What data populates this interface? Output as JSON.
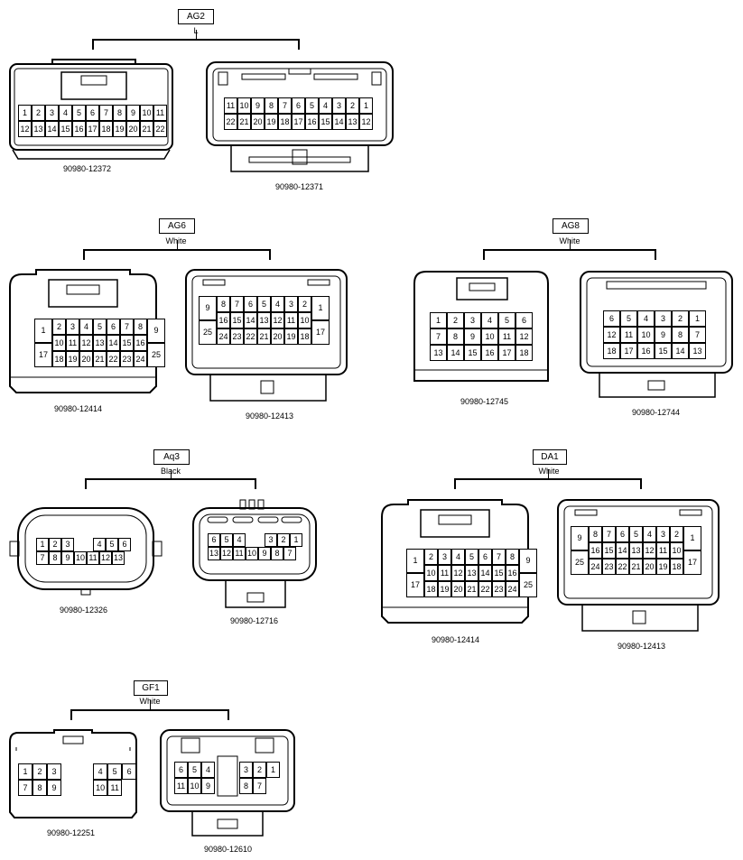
{
  "groups": [
    {
      "id": "AG2",
      "label": "AG2",
      "color": "L"
    },
    {
      "id": "AG6",
      "label": "AG6",
      "color": "White"
    },
    {
      "id": "AG8",
      "label": "AG8",
      "color": "White"
    },
    {
      "id": "Aq3",
      "label": "Aq3",
      "color": "Black"
    },
    {
      "id": "DA1",
      "label": "DA1",
      "color": "White"
    },
    {
      "id": "GF1",
      "label": "GF1",
      "color": "White"
    }
  ],
  "connectors": [
    {
      "id": "ag2-left",
      "group": "AG2",
      "part_number": "90980-12372",
      "rows": [
        [
          "1",
          "2",
          "3",
          "4",
          "5",
          "6",
          "7",
          "8",
          "9",
          "10",
          "11"
        ],
        [
          "12",
          "13",
          "14",
          "15",
          "16",
          "17",
          "18",
          "19",
          "20",
          "21",
          "22"
        ]
      ]
    },
    {
      "id": "ag2-right",
      "group": "AG2",
      "part_number": "90980-12371",
      "rows": [
        [
          "11",
          "10",
          "9",
          "8",
          "7",
          "6",
          "5",
          "4",
          "3",
          "2",
          "1"
        ],
        [
          "22",
          "21",
          "20",
          "19",
          "18",
          "17",
          "16",
          "15",
          "14",
          "13",
          "12"
        ]
      ]
    },
    {
      "id": "ag6-left",
      "group": "AG6",
      "part_number": "90980-12414",
      "rows": [
        [
          "2",
          "3",
          "4",
          "5",
          "6",
          "7",
          "8"
        ],
        [
          "10",
          "11",
          "12",
          "13",
          "14",
          "15",
          "16"
        ],
        [
          "18",
          "19",
          "20",
          "21",
          "22",
          "23",
          "24"
        ]
      ],
      "side_pins": [
        "1",
        "17",
        "9",
        "25"
      ]
    },
    {
      "id": "ag6-right",
      "group": "AG6",
      "part_number": "90980-12413",
      "rows": [
        [
          "8",
          "7",
          "6",
          "5",
          "4",
          "3",
          "2"
        ],
        [
          "16",
          "15",
          "14",
          "13",
          "12",
          "11",
          "10"
        ],
        [
          "24",
          "23",
          "22",
          "21",
          "20",
          "19",
          "18"
        ]
      ],
      "side_pins": [
        "9",
        "25",
        "1",
        "17"
      ]
    },
    {
      "id": "ag8-left",
      "group": "AG8",
      "part_number": "90980-12745",
      "rows": [
        [
          "1",
          "2",
          "3",
          "4",
          "5",
          "6"
        ],
        [
          "7",
          "8",
          "9",
          "10",
          "11",
          "12"
        ],
        [
          "13",
          "14",
          "15",
          "16",
          "17",
          "18"
        ]
      ]
    },
    {
      "id": "ag8-right",
      "group": "AG8",
      "part_number": "90980-12744",
      "rows": [
        [
          "6",
          "5",
          "4",
          "3",
          "2",
          "1"
        ],
        [
          "12",
          "11",
          "10",
          "9",
          "8",
          "7"
        ],
        [
          "18",
          "17",
          "16",
          "15",
          "14",
          "13"
        ]
      ]
    },
    {
      "id": "aq3-left",
      "group": "Aq3",
      "part_number": "90980-12326",
      "rows": [
        [
          "1",
          "2",
          "3",
          "4",
          "5",
          "6"
        ],
        [
          "7",
          "8",
          "9",
          "10",
          "11",
          "12",
          "13"
        ]
      ]
    },
    {
      "id": "aq3-right",
      "group": "Aq3",
      "part_number": "90980-12716",
      "rows": [
        [
          "6",
          "5",
          "4",
          "3",
          "2",
          "1"
        ],
        [
          "13",
          "12",
          "11",
          "10",
          "9",
          "8",
          "7"
        ]
      ]
    },
    {
      "id": "da1-left",
      "group": "DA1",
      "part_number": "90980-12414",
      "rows": [
        [
          "2",
          "3",
          "4",
          "5",
          "6",
          "7",
          "8"
        ],
        [
          "10",
          "11",
          "12",
          "13",
          "14",
          "15",
          "16"
        ],
        [
          "18",
          "19",
          "20",
          "21",
          "22",
          "23",
          "24"
        ]
      ],
      "side_pins": [
        "1",
        "17",
        "9",
        "25"
      ]
    },
    {
      "id": "da1-right",
      "group": "DA1",
      "part_number": "90980-12413",
      "rows": [
        [
          "8",
          "7",
          "6",
          "5",
          "4",
          "3",
          "2"
        ],
        [
          "16",
          "15",
          "14",
          "13",
          "12",
          "11",
          "10"
        ],
        [
          "24",
          "23",
          "22",
          "21",
          "20",
          "19",
          "18"
        ]
      ],
      "side_pins": [
        "9",
        "25",
        "1",
        "17"
      ]
    },
    {
      "id": "gf1-left",
      "group": "GF1",
      "part_number": "90980-12251",
      "rows": [
        [
          "1",
          "2",
          "3",
          "4",
          "5",
          "6"
        ],
        [
          "7",
          "8",
          "9",
          "10",
          "11"
        ]
      ]
    },
    {
      "id": "gf1-right",
      "group": "GF1",
      "part_number": "90980-12610",
      "rows": [
        [
          "6",
          "5",
          "4",
          "3",
          "2",
          "1"
        ],
        [
          "11",
          "10",
          "9",
          "8",
          "7"
        ]
      ]
    }
  ]
}
